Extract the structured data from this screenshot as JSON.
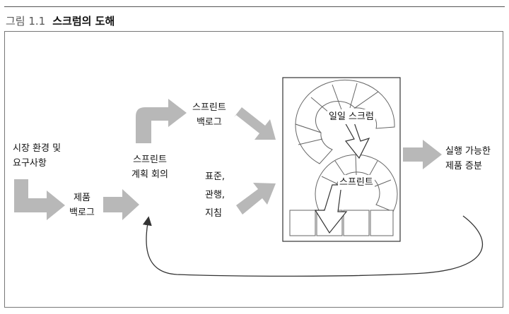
{
  "figure": {
    "number": "그림 1.1",
    "title": "스크럼의 도해"
  },
  "diagram": {
    "market_needs": [
      "시장 환경 및",
      "요구사항"
    ],
    "product_backlog": [
      "제품",
      "백로그"
    ],
    "sprint_planning": [
      "스프린트",
      "계획 회의"
    ],
    "sprint_backlog": [
      "스프린트",
      "백로그"
    ],
    "standards": [
      "표준,",
      "관행,",
      "지침"
    ],
    "daily_scrum": "일일 스크럼",
    "sprint": "스프린트",
    "increment": [
      "실행 가능한",
      "제품 증분"
    ]
  },
  "colors": {
    "arrow_fill": "#b8b8b8",
    "line": "#333333",
    "frame": "#777777"
  }
}
